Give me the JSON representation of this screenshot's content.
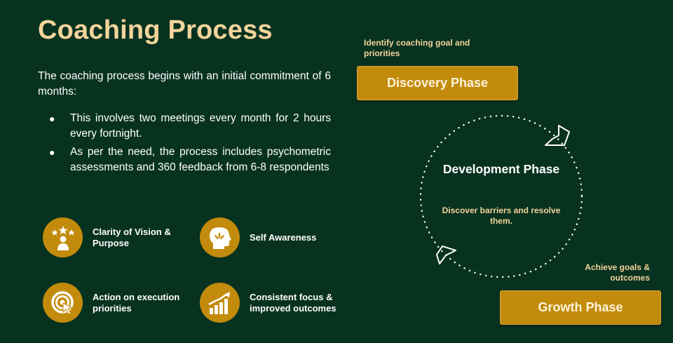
{
  "title": "Coaching Process",
  "intro": "The coaching process begins with an initial commitment of 6 months:",
  "bullets": [
    "This involves two meetings every month for 2 hours every fortnight.",
    "As per the need, the process includes psychometric assessments and 360 feedback from 6-8 respondents"
  ],
  "features": [
    {
      "label": "Clarity of Vision & Purpose",
      "icon": "person-stars-icon"
    },
    {
      "label": "Self Awareness",
      "icon": "head-lotus-icon"
    },
    {
      "label": "Action on execution priorities",
      "icon": "target-icon"
    },
    {
      "label": "Consistent focus & improved outcomes",
      "icon": "growth-chart-icon"
    }
  ],
  "phases": {
    "discovery": {
      "note": "Identify coaching goal and priorities",
      "label": "Discovery Phase"
    },
    "development": {
      "label": "Development Phase",
      "note": "Discover barriers and resolve them."
    },
    "growth": {
      "note": "Achieve goals & outcomes",
      "label": "Growth Phase"
    }
  },
  "colors": {
    "background": "#083220",
    "accent": "#c28b0b",
    "highlight_text": "#f3d49a"
  }
}
